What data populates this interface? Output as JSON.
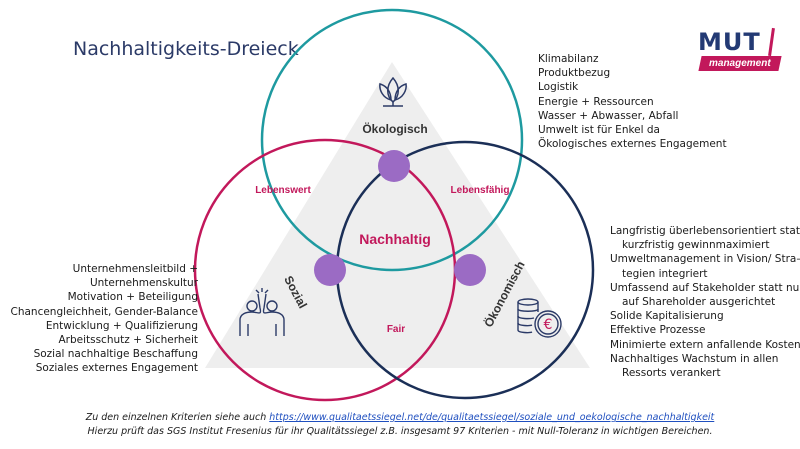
{
  "title": "Nachhaltigkeits-Dreieck",
  "logo": {
    "main": "MUT",
    "sub": "management"
  },
  "diagram": {
    "center": "Nachhaltig",
    "oekologisch": "Ökologisch",
    "sozial": "Sozial",
    "oekonomisch": "Ökonomisch",
    "lebenswert": "Lebenswert",
    "lebensfaehig": "Lebensfähig",
    "fair": "Fair",
    "colors": {
      "eco": "#1e9aa0",
      "social": "#c2185b",
      "economic": "#1b2f57",
      "dot": "#9b6bc4",
      "triangle": "#eeeeee"
    }
  },
  "eco_list": [
    "Klimabilanz",
    "Produktbezug",
    "Logistik",
    "Energie + Ressourcen",
    "Wasser + Abwasser, Abfall",
    "Umwelt ist für Enkel da",
    "Ökologisches externes Engagement"
  ],
  "oek_list": [
    "Langfristig überlebensorientiert statt",
    "kurzfristig gewinnmaximiert",
    "Umweltmanagement in Vision/ Stra–",
    "tegien integriert",
    "Umfassend auf Stakeholder statt nur",
    "auf Shareholder ausgerichtet",
    "Solide Kapitalisierung",
    "Effektive Prozesse",
    "Minimierte extern anfallende Kosten",
    "Nachhaltiges Wachstum in allen",
    "Ressorts verankert"
  ],
  "soz_list": [
    "Unternehmensleitbild +",
    "Unternehmenskultur",
    "Motivation + Beteiligung",
    "Chancengleichheit, Gender-Balance",
    "Entwicklung + Qualifizierung",
    "Arbeitsschutz + Sicherheit",
    "Sozial nachhaltige Beschaffung",
    "Soziales externes Engagement"
  ],
  "footer": {
    "line1_prefix": "Zu den einzelnen Kriterien siehe auch ",
    "line1_link": "https://www.qualitaetssiegel.net/de/qualitaetssiegel/soziale_und_oekologische_nachhaltigkeit",
    "line2": "Hierzu prüft das SGS Institut Fresenius für ihr Qualitätssiegel z.B. insgesamt 97 Kriterien - mit Null-Toleranz in wichtigen Bereichen."
  },
  "icons": {
    "eco": "lotus-icon",
    "social": "high-five-icon",
    "economic": "euro-coins-icon"
  }
}
